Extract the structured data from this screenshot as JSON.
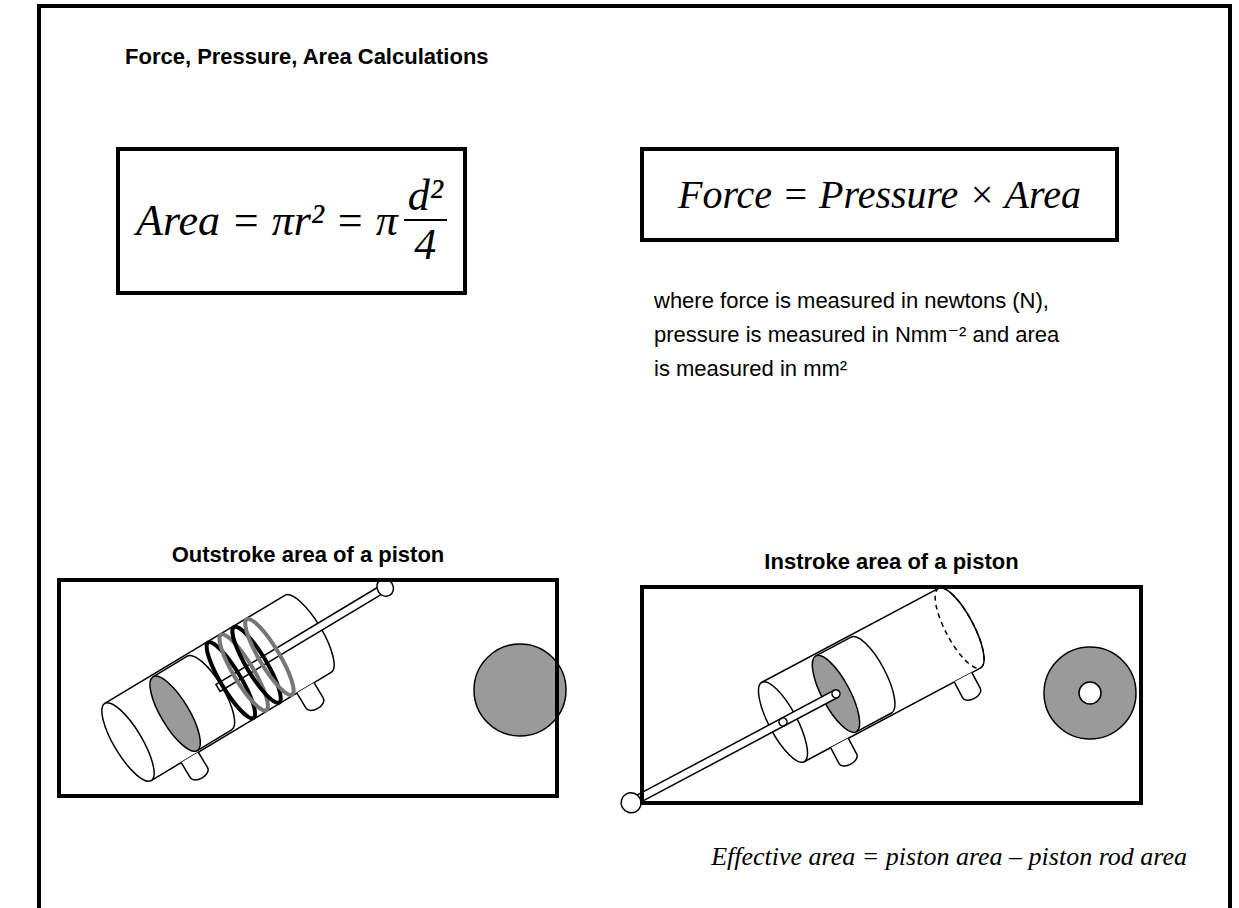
{
  "diagram": {
    "title": "Force, Pressure, Area Calculations",
    "nodes": [
      {
        "text": [
          "Area = πr² = π",
          "d²",
          "4"
        ]
      },
      {
        "text": [
          "Force = Pressure × Area"
        ]
      },
      {
        "text": [
          "Outstroke area of a piston"
        ]
      },
      {
        "text": [
          "Instroke area of a piston"
        ]
      }
    ],
    "labels": [
      "where force is measured in newtons (N), pressure is measured in Nmm⁻² and area is measured in mm²",
      "Effective area = piston area – piston rod area"
    ]
  }
}
